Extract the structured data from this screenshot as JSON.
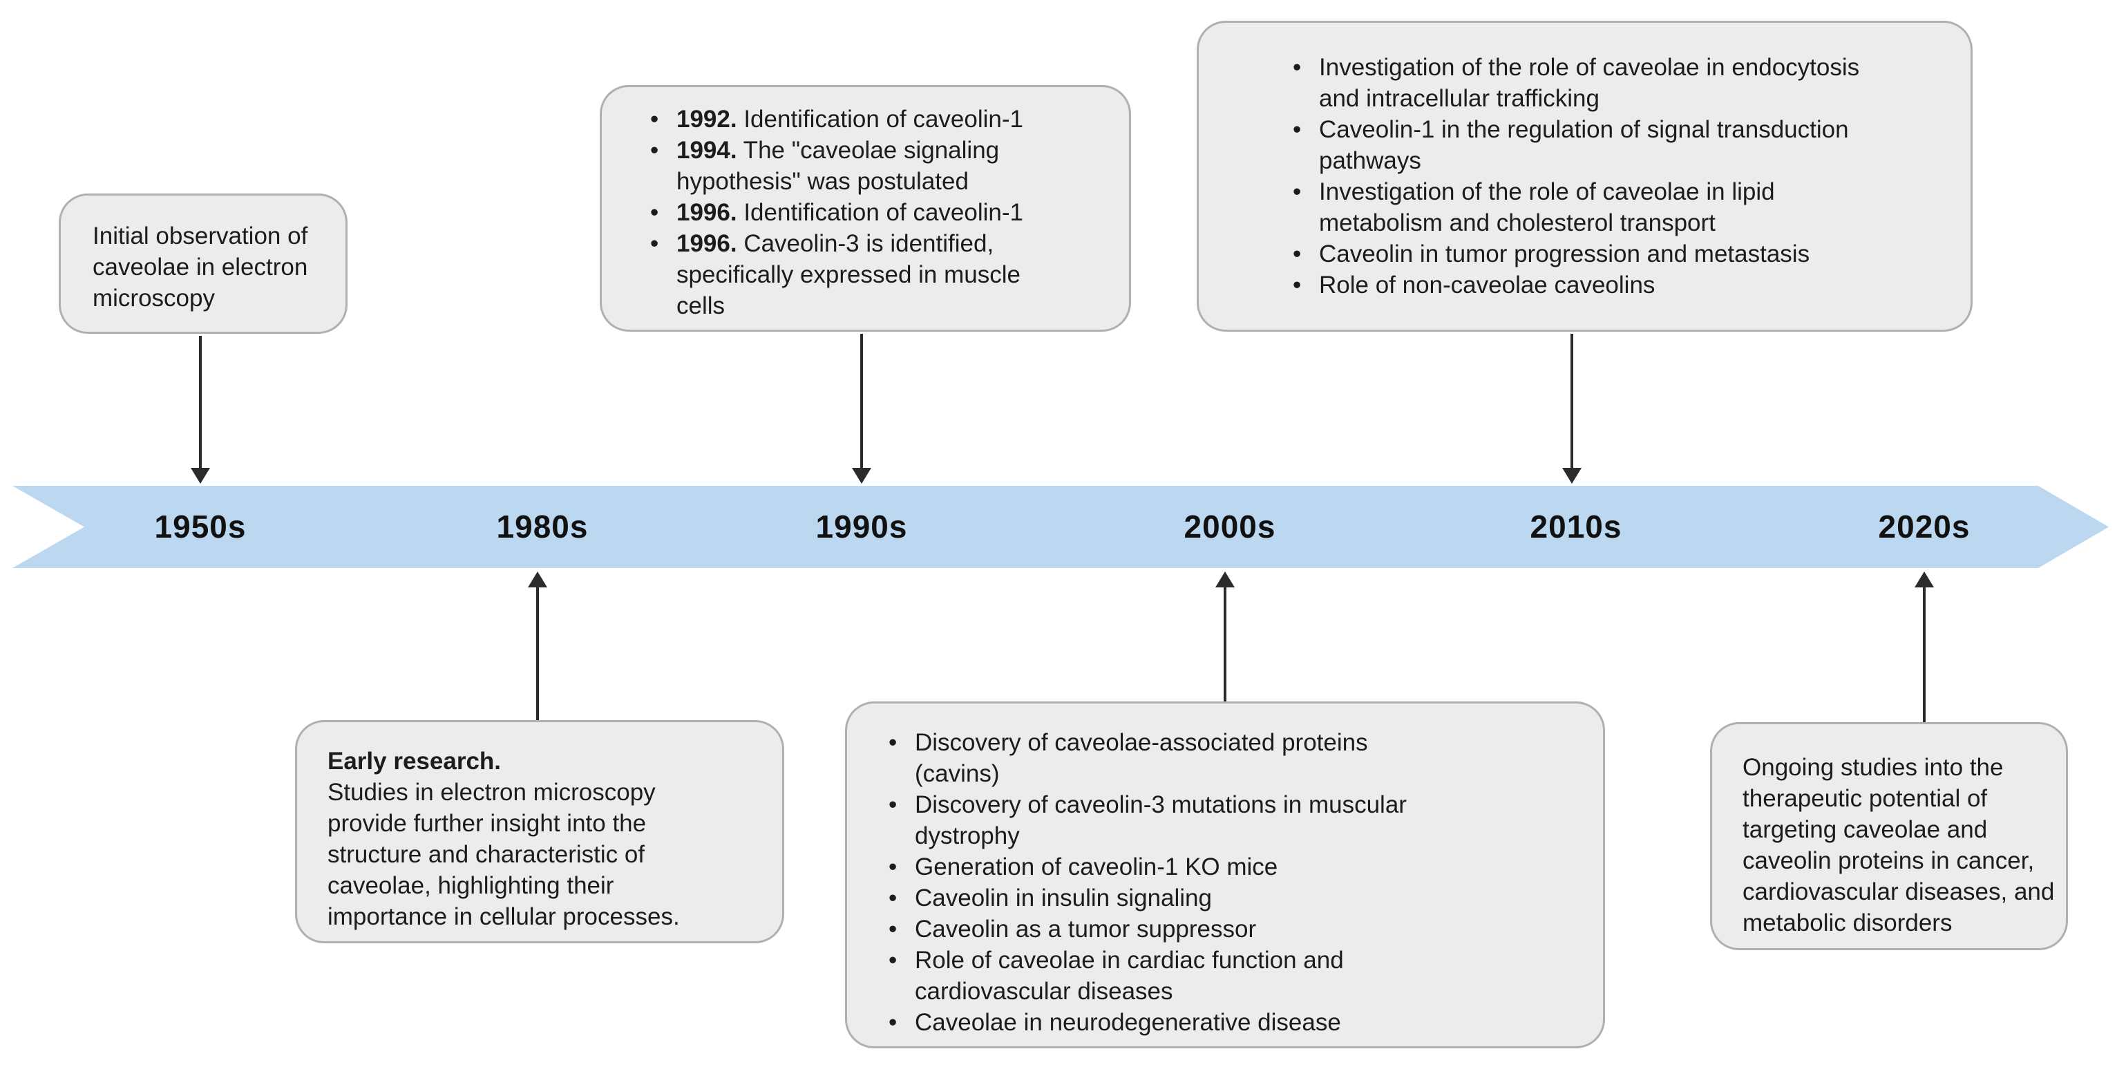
{
  "timeline": {
    "decades": [
      "1950s",
      "1980s",
      "1990s",
      "2000s",
      "2010s",
      "2020s"
    ]
  },
  "boxes": {
    "observation_1950s": {
      "text": "Initial observation of\ncaveolae in electron\nmicroscopy"
    },
    "research_1980s": {
      "heading": "Early research.",
      "text": "Studies in electron microscopy\nprovide further insight into the\nstructure and characteristic of\ncaveolae, highlighting their\nimportance in cellular processes."
    },
    "milestones_1990s": {
      "items": [
        {
          "year": "1992.",
          "text": "Identification of caveolin-1"
        },
        {
          "year": "1994.",
          "text": "The \"caveolae signaling\nhypothesis\" was postulated"
        },
        {
          "year": "1996.",
          "text": "Identification of caveolin-1"
        },
        {
          "year": "1996.",
          "text": "Caveolin-3 is identified,\nspecifically expressed in muscle\ncells"
        }
      ]
    },
    "milestones_2000s": {
      "items": [
        "Discovery of caveolae-associated proteins\n(cavins)",
        "Discovery of caveolin-3 mutations in muscular\ndystrophy",
        "Generation of caveolin-1 KO mice",
        "Caveolin in insulin signaling",
        "Caveolin as a tumor suppressor",
        "Role of caveolae in cardiac function and\ncardiovascular diseases",
        "Caveolae in neurodegenerative disease"
      ]
    },
    "milestones_2010s": {
      "items": [
        "Investigation of the role of caveolae in endocytosis\nand intracellular trafficking",
        "Caveolin-1 in the regulation of signal transduction\npathways",
        "Investigation of the role of caveolae in lipid\nmetabolism and cholesterol transport",
        "Caveolin in tumor progression and metastasis",
        "Role of non-caveolae caveolins"
      ]
    },
    "future_2020s": {
      "text": "Ongoing studies into the\ntherapeutic potential of\ntargeting caveolae and\ncaveolin proteins in cancer,\ncardiovascular diseases, and\nmetabolic disorders"
    }
  },
  "colors": {
    "band": "#BCD8F0",
    "box_bg": "#ECECEC",
    "box_border": "#B0B0B0",
    "arrow": "#2B2B2B",
    "text": "#1C1C1C"
  }
}
